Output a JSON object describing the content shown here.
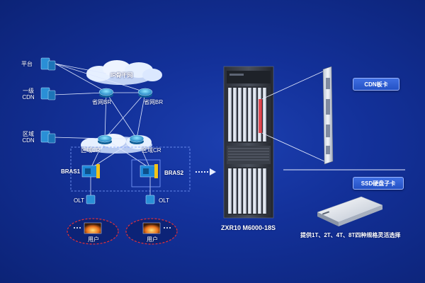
{
  "network": {
    "platform_label": "平台",
    "tier1_cdn_label": "一级\nCDN",
    "regional_cdn_label": "区域\nCDN",
    "backbone_label": "IP骨干网",
    "provincial_br_left": "省网BR",
    "provincial_br_right": "省网BR",
    "regional_cr_left": "区域CR",
    "regional_cr_right": "区域CR",
    "bras1_label": "BRAS1",
    "bras2_label": "BRAS2",
    "olt_left_label": "OLT",
    "olt_right_label": "OLT",
    "user_left_label": "用户",
    "user_right_label": "用户"
  },
  "product": {
    "model_label": "ZXR10 M6000-18S",
    "cdn_card_label": "CDN板卡",
    "ssd_card_label": "SSD硬盘子卡",
    "ssd_caption": "提供1T、2T、4T、8T四种规格灵活选择"
  },
  "colors": {
    "background": "#13319a",
    "accent_red": "#e0303a",
    "link_white": "#dfe8ff",
    "tag_blue": "#2f5fd6"
  }
}
